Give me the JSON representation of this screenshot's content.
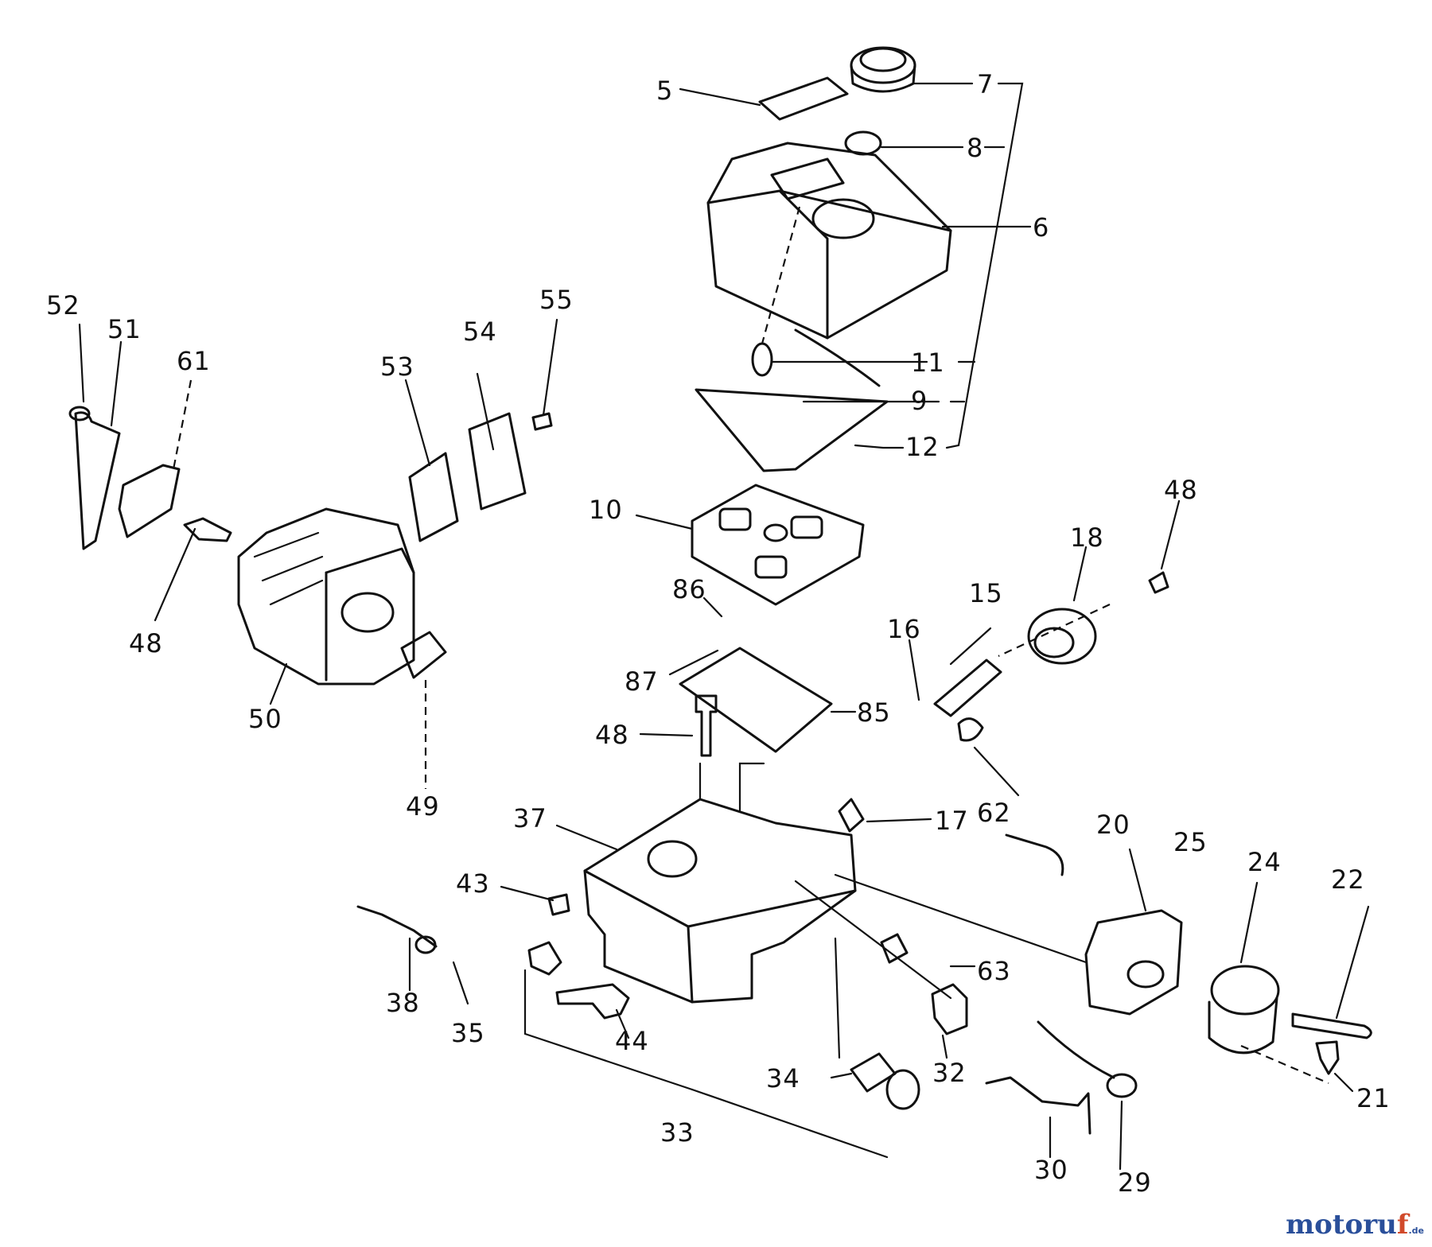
{
  "labels": [
    "5",
    "7",
    "8",
    "6",
    "52",
    "51",
    "61",
    "55",
    "54",
    "53",
    "11",
    "9",
    "12",
    "10",
    "48",
    "48",
    "86",
    "15",
    "18",
    "16",
    "87",
    "85",
    "50",
    "48",
    "49",
    "62",
    "17",
    "37",
    "20",
    "25",
    "24",
    "22",
    "43",
    "63",
    "38",
    "35",
    "44",
    "34",
    "32",
    "21",
    "33",
    "30",
    "29"
  ],
  "watermark": {
    "main": "motoru",
    "accent": "f",
    "suffix": ".de"
  }
}
